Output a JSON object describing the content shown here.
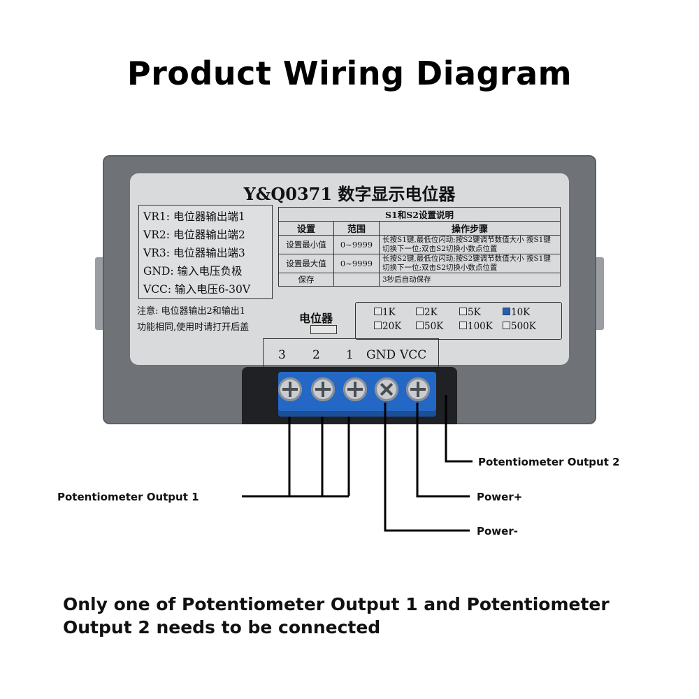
{
  "title": "Product Wiring Diagram",
  "device": {
    "model": "Y&Q0371 数字显示电位器",
    "pins": [
      "VR1: 电位器输出端1",
      "VR2: 电位器输出端2",
      "VR3: 电位器输出端3",
      "GND: 输入电压负极",
      "VCC: 输入电压6-30V"
    ],
    "settings_table": {
      "caption": "S1和S2设置说明",
      "headers": [
        "设置",
        "范围",
        "操作步骤"
      ],
      "rows": [
        {
          "setting": "设置最小值",
          "range": "0~9999",
          "steps": "长按S1键,最低位闪动;按S2键调节数值大小 按S1键切换下一位;双击S2切换小数点位置"
        },
        {
          "setting": "设置最大值",
          "range": "0~9999",
          "steps": "长按S2键,最低位闪动;按S2键调节数值大小 按S1键切换下一位;双击S2切换小数点位置"
        },
        {
          "setting": "保存",
          "range": "",
          "steps": "3秒后自动保存"
        }
      ]
    },
    "note_line1": "注意: 电位器输出2和输出1",
    "note_line2": "功能相同,使用时请打开后盖",
    "pot_label": "电位器",
    "ranges": [
      "1K",
      "2K",
      "5K",
      "10K",
      "20K",
      "50K",
      "100K",
      "500K"
    ],
    "selected_range": "10K",
    "terminals": [
      "3",
      "2",
      "1",
      "GND",
      "VCC"
    ]
  },
  "callouts": {
    "pot_output_1": "Potentiometer Output 1",
    "pot_output_2": "Potentiometer Output 2",
    "power_plus": "Power+",
    "power_minus": "Power-"
  },
  "footnote": "Only one of Potentiometer Output 1 and Potentiometer Output 2 needs to be connected",
  "colors": {
    "device_body": "#6f7276",
    "label": "#d9dadc",
    "terminal_block": "#2468c6",
    "wire": "#000000"
  }
}
